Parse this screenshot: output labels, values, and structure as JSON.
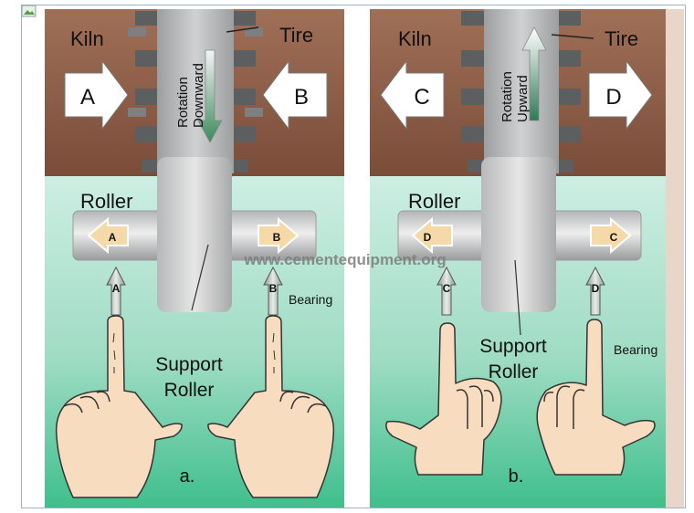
{
  "watermark": "www.cementequipment.org",
  "colors": {
    "kiln": "#8f604a",
    "kiln_dark": "#6e4533",
    "ground_top": "#cdeee3",
    "ground_bottom": "#3fbf8c",
    "tire": "#b9babb",
    "roller": "#c9cacb",
    "arrow_label_fill": "#f6d9a8",
    "rotation_arrow": "#3b8a5b",
    "skin": "#f7dcc0"
  },
  "panels": [
    {
      "kiln_label": "Kiln",
      "tire_label": "Tire",
      "rotation_label": [
        "Rotation",
        "Downward"
      ],
      "rotation_direction": "down",
      "left_force": "A",
      "right_force": "B",
      "roller_label": "Roller",
      "shaft_left_arrow": "A",
      "shaft_right_arrow": "B",
      "bearing_left": "A",
      "bearing_right": "B",
      "bearing_label": "Bearing",
      "support_label": [
        "Support",
        "Roller"
      ],
      "caption": "a."
    },
    {
      "kiln_label": "Kiln",
      "tire_label": "Tire",
      "rotation_label": [
        "Rotation",
        "Upward"
      ],
      "rotation_direction": "up",
      "left_force": "C",
      "right_force": "D",
      "roller_label": "Roller",
      "shaft_left_arrow": "D",
      "shaft_right_arrow": "C",
      "bearing_left": "C",
      "bearing_right": "D",
      "bearing_label": "Bearing",
      "support_label": [
        "Support",
        "Roller"
      ],
      "caption": "b."
    }
  ]
}
